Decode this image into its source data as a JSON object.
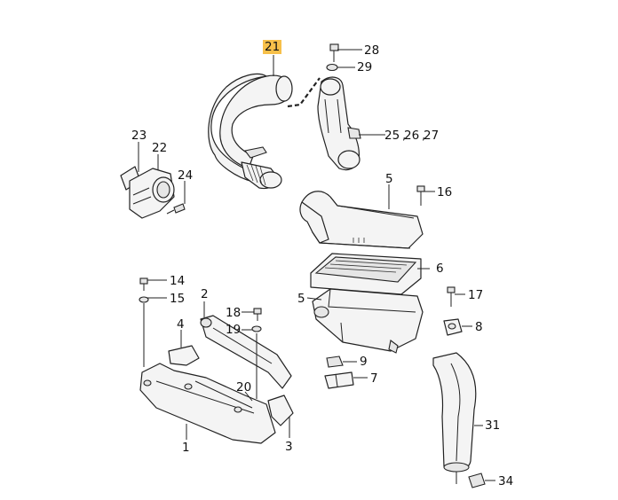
{
  "callouts": {
    "c21": "21",
    "c28": "28",
    "c29": "29",
    "c25": "25",
    "c26": "26",
    "c27": "27",
    "c23": "23",
    "c22": "22",
    "c24": "24",
    "c5a": "5",
    "c16": "16",
    "c6": "6",
    "c5b": "5",
    "c17": "17",
    "c14": "14",
    "c15": "15",
    "c2": "2",
    "c18": "18",
    "c4": "4",
    "c19": "19",
    "c8": "8",
    "c9": "9",
    "c7": "7",
    "c20": "20",
    "c1": "1",
    "c3": "3",
    "c31": "31",
    "c34": "34"
  },
  "highlight_color": "#f7c04a"
}
